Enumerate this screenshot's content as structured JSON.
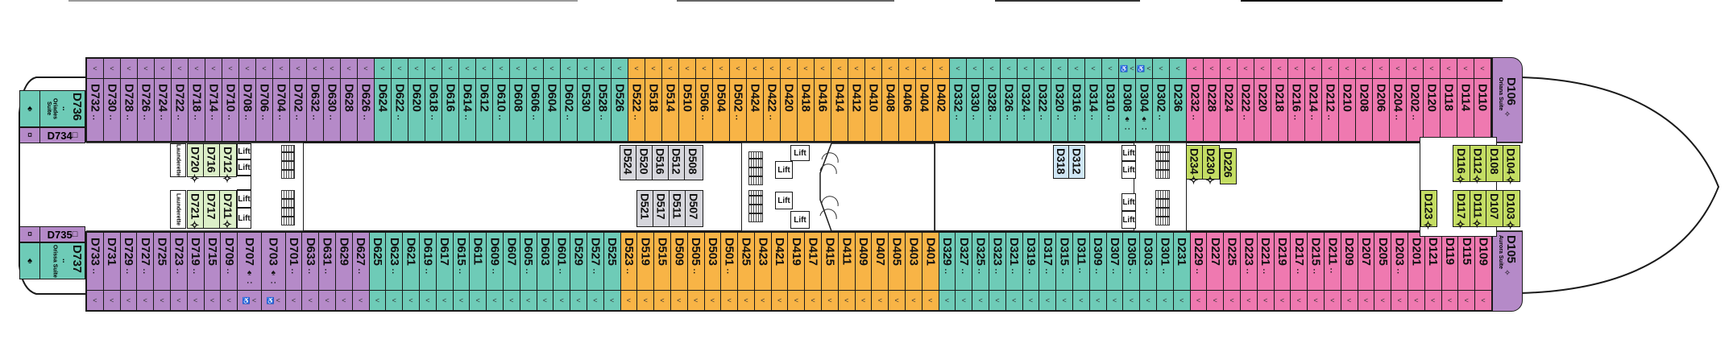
{
  "deck": {
    "balcony_symbol": "<",
    "colors": {
      "purple": "#b58ac8",
      "teal": "#6ecbb7",
      "orange": "#f8b446",
      "pink": "#ef79b0",
      "lime": "#c4dd63",
      "lightgreen": "#dcefc8",
      "lightblue": "#cfe6f5",
      "grey": "#d6d6dc"
    },
    "aft": {
      "d736": {
        "number": "D736",
        "name": "Oriades Suite",
        "mark": "..",
        "icon": "accessible-icon"
      },
      "d734": {
        "number": "D734",
        "mark": "□",
        "icon": "cabin-type-icon"
      },
      "d735": {
        "number": "D735",
        "mark": "□",
        "icon": "cabin-type-icon"
      },
      "d737": {
        "number": "D737",
        "name": "Orissa Suite",
        "mark": "..",
        "icon": "accessible-icon"
      }
    },
    "forward": {
      "d106": {
        "number": "D106",
        "name": "Oriana Suite",
        "mark": "✧"
      },
      "d105": {
        "number": "D105",
        "name": "Aurora Suite",
        "mark": "✧"
      }
    },
    "top_row": [
      {
        "n": "D732",
        "m": "..",
        "c": "purple"
      },
      {
        "n": "D730",
        "m": "..",
        "c": "purple"
      },
      {
        "n": "D728",
        "m": "..",
        "c": "purple"
      },
      {
        "n": "D726",
        "m": "..",
        "c": "purple"
      },
      {
        "n": "D724",
        "m": "..",
        "c": "purple"
      },
      {
        "n": "D722",
        "m": "..",
        "c": "purple"
      },
      {
        "n": "D718",
        "m": "..",
        "c": "purple"
      },
      {
        "n": "D714",
        "m": "..",
        "c": "purple"
      },
      {
        "n": "D710",
        "m": "..",
        "c": "purple"
      },
      {
        "n": "D708",
        "m": "..",
        "c": "purple"
      },
      {
        "n": "D706",
        "m": "..",
        "c": "purple"
      },
      {
        "n": "D704",
        "m": "..",
        "c": "purple"
      },
      {
        "n": "D702",
        "m": "..",
        "c": "purple"
      },
      {
        "n": "D632",
        "m": "..",
        "c": "purple"
      },
      {
        "n": "D630",
        "m": "..",
        "c": "purple"
      },
      {
        "n": "D628",
        "m": "",
        "c": "purple"
      },
      {
        "n": "D626",
        "m": "..",
        "c": "purple"
      },
      {
        "n": "D624",
        "m": "",
        "c": "teal"
      },
      {
        "n": "D622",
        "m": "..",
        "c": "teal"
      },
      {
        "n": "D620",
        "m": "",
        "c": "teal"
      },
      {
        "n": "D618",
        "m": "..",
        "c": "teal"
      },
      {
        "n": "D616",
        "m": "",
        "c": "teal"
      },
      {
        "n": "D614",
        "m": "..",
        "c": "teal"
      },
      {
        "n": "D612",
        "m": "",
        "c": "teal"
      },
      {
        "n": "D610",
        "m": "..",
        "c": "teal"
      },
      {
        "n": "D608",
        "m": "",
        "c": "teal"
      },
      {
        "n": "D606",
        "m": "..",
        "c": "teal"
      },
      {
        "n": "D604",
        "m": "",
        "c": "teal"
      },
      {
        "n": "D602",
        "m": "..",
        "c": "teal"
      },
      {
        "n": "D530",
        "m": "",
        "c": "teal"
      },
      {
        "n": "D528",
        "m": "..",
        "c": "teal"
      },
      {
        "n": "D526",
        "m": "",
        "c": "teal"
      },
      {
        "n": "D522",
        "m": "..",
        "c": "orange"
      },
      {
        "n": "D518",
        "m": "",
        "c": "orange"
      },
      {
        "n": "D514",
        "m": "",
        "c": "orange"
      },
      {
        "n": "D510",
        "m": "",
        "c": "orange"
      },
      {
        "n": "D506",
        "m": "..",
        "c": "orange"
      },
      {
        "n": "D504",
        "m": "",
        "c": "orange"
      },
      {
        "n": "D502",
        "m": "..",
        "c": "orange"
      },
      {
        "n": "D424",
        "m": "",
        "c": "orange"
      },
      {
        "n": "D422",
        "m": "..",
        "c": "orange"
      },
      {
        "n": "D420",
        "m": "",
        "c": "orange"
      },
      {
        "n": "D418",
        "m": "",
        "c": "orange"
      },
      {
        "n": "D416",
        "m": "",
        "c": "orange"
      },
      {
        "n": "D414",
        "m": "",
        "c": "orange"
      },
      {
        "n": "D412",
        "m": "",
        "c": "orange"
      },
      {
        "n": "D410",
        "m": "",
        "c": "orange"
      },
      {
        "n": "D408",
        "m": "",
        "c": "orange"
      },
      {
        "n": "D406",
        "m": "",
        "c": "orange"
      },
      {
        "n": "D404",
        "m": "",
        "c": "orange"
      },
      {
        "n": "D402",
        "m": "",
        "c": "orange"
      },
      {
        "n": "D332",
        "m": "..",
        "c": "teal"
      },
      {
        "n": "D330",
        "m": "..",
        "c": "teal"
      },
      {
        "n": "D328",
        "m": "..",
        "c": "teal"
      },
      {
        "n": "D326",
        "m": "..",
        "c": "teal"
      },
      {
        "n": "D324",
        "m": "..",
        "c": "teal"
      },
      {
        "n": "D322",
        "m": "..",
        "c": "teal"
      },
      {
        "n": "D320",
        "m": "..",
        "c": "teal"
      },
      {
        "n": "D316",
        "m": "..",
        "c": "teal"
      },
      {
        "n": "D314",
        "m": "..",
        "c": "teal"
      },
      {
        "n": "D310",
        "m": "..",
        "c": "teal"
      },
      {
        "n": "D308",
        "m": "♠ :",
        "c": "teal",
        "wheelchair": true
      },
      {
        "n": "D304",
        "m": "♠ :",
        "c": "teal",
        "wheelchair": true
      },
      {
        "n": "D302",
        "m": "..",
        "c": "teal"
      },
      {
        "n": "D236",
        "m": "",
        "c": "teal"
      },
      {
        "n": "D232",
        "m": "..",
        "c": "pink"
      },
      {
        "n": "D228",
        "m": "",
        "c": "pink"
      },
      {
        "n": "D224",
        "m": "",
        "c": "pink"
      },
      {
        "n": "D222",
        "m": "..",
        "c": "pink"
      },
      {
        "n": "D220",
        "m": "",
        "c": "pink"
      },
      {
        "n": "D218",
        "m": "",
        "c": "pink"
      },
      {
        "n": "D216",
        "m": "..",
        "c": "pink"
      },
      {
        "n": "D214",
        "m": "..",
        "c": "pink"
      },
      {
        "n": "D212",
        "m": "..",
        "c": "pink"
      },
      {
        "n": "D210",
        "m": "",
        "c": "pink"
      },
      {
        "n": "D208",
        "m": "",
        "c": "pink"
      },
      {
        "n": "D206",
        "m": "",
        "c": "pink"
      },
      {
        "n": "D204",
        "m": "..",
        "c": "pink"
      },
      {
        "n": "D202",
        "m": "..",
        "c": "pink"
      },
      {
        "n": "D120",
        "m": "",
        "c": "pink"
      },
      {
        "n": "D118",
        "m": "",
        "c": "pink"
      },
      {
        "n": "D114",
        "m": "",
        "c": "pink"
      },
      {
        "n": "D110",
        "m": "",
        "c": "pink"
      }
    ],
    "bottom_row": [
      {
        "n": "D733",
        "m": "..",
        "c": "purple"
      },
      {
        "n": "D731",
        "m": "",
        "c": "purple"
      },
      {
        "n": "D729",
        "m": "..",
        "c": "purple"
      },
      {
        "n": "D727",
        "m": "..",
        "c": "purple"
      },
      {
        "n": "D725",
        "m": "",
        "c": "purple"
      },
      {
        "n": "D723",
        "m": "..",
        "c": "purple"
      },
      {
        "n": "D719",
        "m": "..",
        "c": "purple"
      },
      {
        "n": "D715",
        "m": "",
        "c": "purple"
      },
      {
        "n": "D709",
        "m": "..",
        "c": "purple"
      },
      {
        "n": "D707",
        "m": "♠ :",
        "c": "purple",
        "wheelchair": true,
        "wide": true
      },
      {
        "n": "D703",
        "m": "♠ :",
        "c": "purple",
        "wheelchair": true,
        "wide": true
      },
      {
        "n": "D701",
        "m": "..",
        "c": "purple"
      },
      {
        "n": "D633",
        "m": "..",
        "c": "purple"
      },
      {
        "n": "D631",
        "m": "..",
        "c": "purple"
      },
      {
        "n": "D629",
        "m": "",
        "c": "purple"
      },
      {
        "n": "D627",
        "m": "..",
        "c": "purple"
      },
      {
        "n": "D625",
        "m": "",
        "c": "teal"
      },
      {
        "n": "D623",
        "m": "..",
        "c": "teal"
      },
      {
        "n": "D621",
        "m": "",
        "c": "teal"
      },
      {
        "n": "D619",
        "m": "..",
        "c": "teal"
      },
      {
        "n": "D617",
        "m": "",
        "c": "teal"
      },
      {
        "n": "D615",
        "m": "..",
        "c": "teal"
      },
      {
        "n": "D611",
        "m": "",
        "c": "teal"
      },
      {
        "n": "D609",
        "m": "..",
        "c": "teal"
      },
      {
        "n": "D607",
        "m": "",
        "c": "teal"
      },
      {
        "n": "D605",
        "m": "..",
        "c": "teal"
      },
      {
        "n": "D603",
        "m": "",
        "c": "teal"
      },
      {
        "n": "D601",
        "m": "..",
        "c": "teal"
      },
      {
        "n": "D529",
        "m": "",
        "c": "teal"
      },
      {
        "n": "D527",
        "m": "..",
        "c": "teal"
      },
      {
        "n": "D525",
        "m": "",
        "c": "teal"
      },
      {
        "n": "D523",
        "m": "..",
        "c": "orange"
      },
      {
        "n": "D519",
        "m": "",
        "c": "orange"
      },
      {
        "n": "D515",
        "m": "",
        "c": "orange"
      },
      {
        "n": "D509",
        "m": "",
        "c": "orange"
      },
      {
        "n": "D505",
        "m": "..",
        "c": "orange"
      },
      {
        "n": "D503",
        "m": "",
        "c": "orange"
      },
      {
        "n": "D501",
        "m": "..",
        "c": "orange"
      },
      {
        "n": "D425",
        "m": "",
        "c": "orange"
      },
      {
        "n": "D423",
        "m": "",
        "c": "orange"
      },
      {
        "n": "D421",
        "m": "",
        "c": "orange"
      },
      {
        "n": "D419",
        "m": "",
        "c": "orange"
      },
      {
        "n": "D417",
        "m": "",
        "c": "orange"
      },
      {
        "n": "D415",
        "m": "",
        "c": "orange"
      },
      {
        "n": "D411",
        "m": "",
        "c": "orange"
      },
      {
        "n": "D409",
        "m": "",
        "c": "orange"
      },
      {
        "n": "D407",
        "m": "",
        "c": "orange"
      },
      {
        "n": "D405",
        "m": "",
        "c": "orange"
      },
      {
        "n": "D403",
        "m": "",
        "c": "orange"
      },
      {
        "n": "D401",
        "m": "",
        "c": "orange"
      },
      {
        "n": "D329",
        "m": "..",
        "c": "teal"
      },
      {
        "n": "D327",
        "m": "..",
        "c": "teal"
      },
      {
        "n": "D325",
        "m": "..",
        "c": "teal"
      },
      {
        "n": "D323",
        "m": "..",
        "c": "teal"
      },
      {
        "n": "D321",
        "m": "..",
        "c": "teal"
      },
      {
        "n": "D319",
        "m": "..",
        "c": "teal"
      },
      {
        "n": "D317",
        "m": "..",
        "c": "teal"
      },
      {
        "n": "D315",
        "m": "..",
        "c": "teal"
      },
      {
        "n": "D311",
        "m": "..",
        "c": "teal"
      },
      {
        "n": "D309",
        "m": "..",
        "c": "teal"
      },
      {
        "n": "D307",
        "m": "..",
        "c": "teal"
      },
      {
        "n": "D305",
        "m": "..",
        "c": "teal"
      },
      {
        "n": "D303",
        "m": "..",
        "c": "teal"
      },
      {
        "n": "D301",
        "m": "..",
        "c": "teal"
      },
      {
        "n": "D231",
        "m": "",
        "c": "teal"
      },
      {
        "n": "D229",
        "m": "..",
        "c": "pink"
      },
      {
        "n": "D227",
        "m": "",
        "c": "pink"
      },
      {
        "n": "D225",
        "m": "",
        "c": "pink"
      },
      {
        "n": "D223",
        "m": "..",
        "c": "pink"
      },
      {
        "n": "D221",
        "m": "..",
        "c": "pink"
      },
      {
        "n": "D219",
        "m": "",
        "c": "pink"
      },
      {
        "n": "D217",
        "m": "..",
        "c": "pink"
      },
      {
        "n": "D215",
        "m": "..",
        "c": "pink"
      },
      {
        "n": "D211",
        "m": "..",
        "c": "pink"
      },
      {
        "n": "D209",
        "m": "",
        "c": "pink"
      },
      {
        "n": "D207",
        "m": "",
        "c": "pink"
      },
      {
        "n": "D205",
        "m": "",
        "c": "pink"
      },
      {
        "n": "D203",
        "m": "..",
        "c": "pink"
      },
      {
        "n": "D201",
        "m": "",
        "c": "pink"
      },
      {
        "n": "D121",
        "m": "",
        "c": "pink"
      },
      {
        "n": "D119",
        "m": "",
        "c": "pink"
      },
      {
        "n": "D115",
        "m": "",
        "c": "pink"
      },
      {
        "n": "D109",
        "m": "",
        "c": "pink"
      }
    ],
    "interior": {
      "aft_upper": [
        {
          "n": "D720",
          "m": "✧"
        },
        {
          "n": "D716",
          "m": ""
        },
        {
          "n": "D712",
          "m": "✧"
        }
      ],
      "aft_lower": [
        {
          "n": "D721",
          "m": "✧"
        },
        {
          "n": "D717",
          "m": ""
        },
        {
          "n": "D711",
          "m": "✧"
        }
      ],
      "mid_upper": [
        {
          "n": "D524"
        },
        {
          "n": "D520"
        },
        {
          "n": "D516"
        },
        {
          "n": "D512"
        },
        {
          "n": "D508"
        }
      ],
      "mid_lower": [
        {
          "n": "D521"
        },
        {
          "n": "D517"
        },
        {
          "n": "D511"
        },
        {
          "n": "D507"
        }
      ],
      "fwd_mid": [
        {
          "n": "D318"
        },
        {
          "n": "D312"
        }
      ],
      "fwd_upper_a": [
        {
          "n": "D234",
          "m": "✧"
        },
        {
          "n": "D230",
          "m": "✧"
        }
      ],
      "fwd_upper_b": [
        {
          "n": "D226",
          "m": ""
        }
      ],
      "bow_upper": [
        {
          "n": "D116",
          "m": "✧"
        },
        {
          "n": "D112",
          "m": "✧"
        },
        {
          "n": "D108",
          "m": ""
        },
        {
          "n": "D104",
          "m": "✧"
        }
      ],
      "bow_lower": [
        {
          "n": "D117",
          "m": "✧"
        },
        {
          "n": "D111",
          "m": "✧"
        },
        {
          "n": "D107",
          "m": ""
        },
        {
          "n": "D103",
          "m": "✧"
        }
      ],
      "bow_single": [
        {
          "n": "D123",
          "m": "✧"
        }
      ]
    },
    "facilities": {
      "laundrette": "Launderette",
      "lift": "Lift"
    }
  }
}
